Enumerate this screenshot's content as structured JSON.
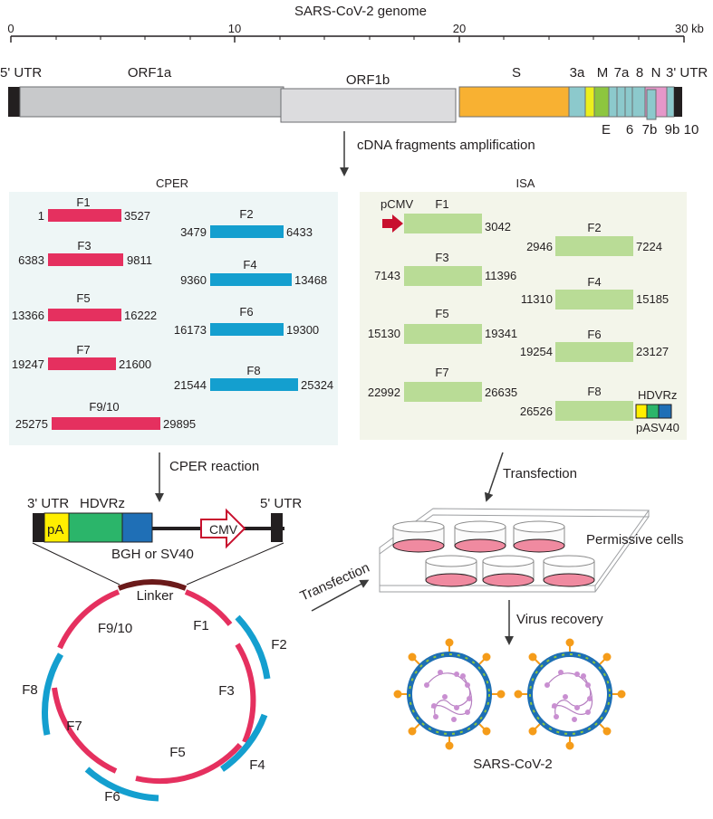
{
  "colors": {
    "cper_bg": "#eef6f6",
    "isa_bg": "#f3f5ea",
    "odd_fragment": "#e5305f",
    "even_fragment": "#149fcf",
    "isa_fragment": "#b9dc96",
    "orf1a": "#c8c9cb",
    "orf1b": "#dcdcde",
    "spike": "#f8b132",
    "accessory": "#8cc9cc",
    "arrow_red": "#c8102e",
    "linker": "#6b1a1a",
    "well": "#f08aa0"
  },
  "genome": {
    "title": "SARS-CoV-2 genome",
    "axis_ticks": [
      "0",
      "10",
      "20",
      "30 kb"
    ],
    "segments": {
      "utr5": "5' UTR",
      "orf1a": "ORF1a",
      "orf1b": "ORF1b",
      "s": "S",
      "orf3a": "3a",
      "m": "M",
      "orf7a": "7a",
      "orf8": "8",
      "n": "N",
      "utr3": "3' UTR",
      "e": "E",
      "orf6": "6",
      "orf7b": "7b",
      "orf9b": "9b",
      "orf10": "10"
    }
  },
  "step_amplification": "cDNA fragments amplification",
  "cper": {
    "title": "CPER",
    "fragments": [
      {
        "name": "F1",
        "start": "1",
        "end": "3527"
      },
      {
        "name": "F2",
        "start": "3479",
        "end": "6433"
      },
      {
        "name": "F3",
        "start": "6383",
        "end": "9811"
      },
      {
        "name": "F4",
        "start": "9360",
        "end": "13468"
      },
      {
        "name": "F5",
        "start": "13366",
        "end": "16222"
      },
      {
        "name": "F6",
        "start": "16173",
        "end": "19300"
      },
      {
        "name": "F7",
        "start": "19247",
        "end": "21600"
      },
      {
        "name": "F8",
        "start": "21544",
        "end": "25324"
      },
      {
        "name": "F9/10",
        "start": "25275",
        "end": "29895"
      }
    ]
  },
  "isa": {
    "title": "ISA",
    "promoter": "pCMV",
    "fragments": [
      {
        "name": "F1",
        "start": "",
        "end": "3042"
      },
      {
        "name": "F2",
        "start": "2946",
        "end": "7224"
      },
      {
        "name": "F3",
        "start": "7143",
        "end": "11396"
      },
      {
        "name": "F4",
        "start": "11310",
        "end": "15185"
      },
      {
        "name": "F5",
        "start": "15130",
        "end": "19341"
      },
      {
        "name": "F6",
        "start": "19254",
        "end": "23127"
      },
      {
        "name": "F7",
        "start": "22992",
        "end": "26635"
      },
      {
        "name": "F8",
        "start": "26526",
        "end": ""
      }
    ],
    "hdvrz": "HDVRz",
    "pa": "pA",
    "sv40": "SV40"
  },
  "cper_reaction": {
    "label": "CPER reaction",
    "linker_fragment": {
      "utr3": "3' UTR",
      "pa": "pA",
      "hdvrz": "HDVRz",
      "cmv": "CMV",
      "utr5": "5' UTR",
      "terminator": "BGH or SV40"
    },
    "circle": {
      "linker": "Linker",
      "labels": [
        "F1",
        "F2",
        "F3",
        "F4",
        "F5",
        "F6",
        "F7",
        "F8",
        "F9/10"
      ]
    }
  },
  "transfection_left": "Transfection",
  "transfection_right": "Transfection",
  "permissive_cells": "Permissive cells",
  "virus_recovery": "Virus recovery",
  "virus_label": "SARS-CoV-2"
}
